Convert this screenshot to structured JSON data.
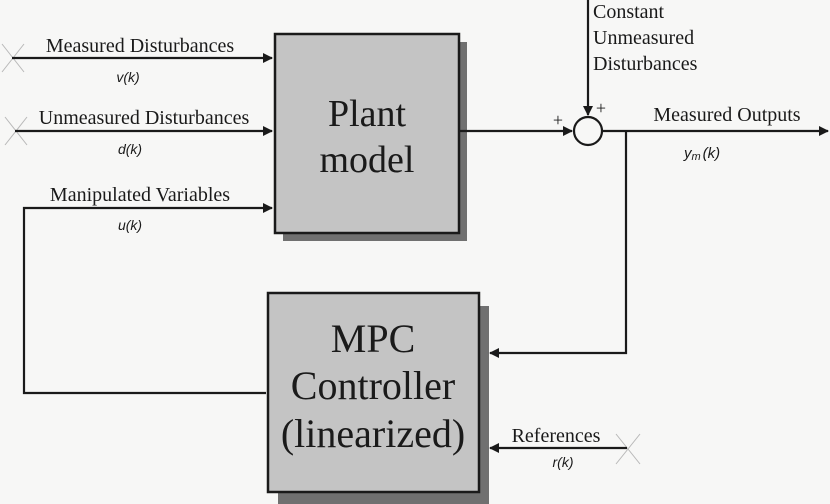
{
  "blocks": {
    "plant": {
      "line1": "Plant",
      "line2": "model"
    },
    "controller": {
      "line1": "MPC",
      "line2": "Controller",
      "line3": "(linearized)"
    }
  },
  "signals": {
    "measured_disturbances": {
      "label": "Measured Disturbances",
      "symbol": "v(k)"
    },
    "unmeasured_disturbances": {
      "label": "Unmeasured Disturbances",
      "symbol": "d(k)"
    },
    "manipulated_variables": {
      "label": "Manipulated Variables",
      "symbol": "u(k)"
    },
    "constant_unmeasured": {
      "line1": "Constant",
      "line2": "Unmeasured",
      "line3": "Disturbances"
    },
    "measured_outputs": {
      "label": "Measured Outputs",
      "symbol_base": "y",
      "symbol_sub": "m",
      "symbol_arg": "(k)"
    },
    "references": {
      "label": "References",
      "symbol": "r(k)"
    }
  },
  "junction": {
    "plus_left": "+",
    "plus_top": "+"
  },
  "colors": {
    "background": "#f7f7f6",
    "block_fill": "#c4c4c4",
    "shadow": "#707070",
    "line": "#1a1a1a"
  }
}
